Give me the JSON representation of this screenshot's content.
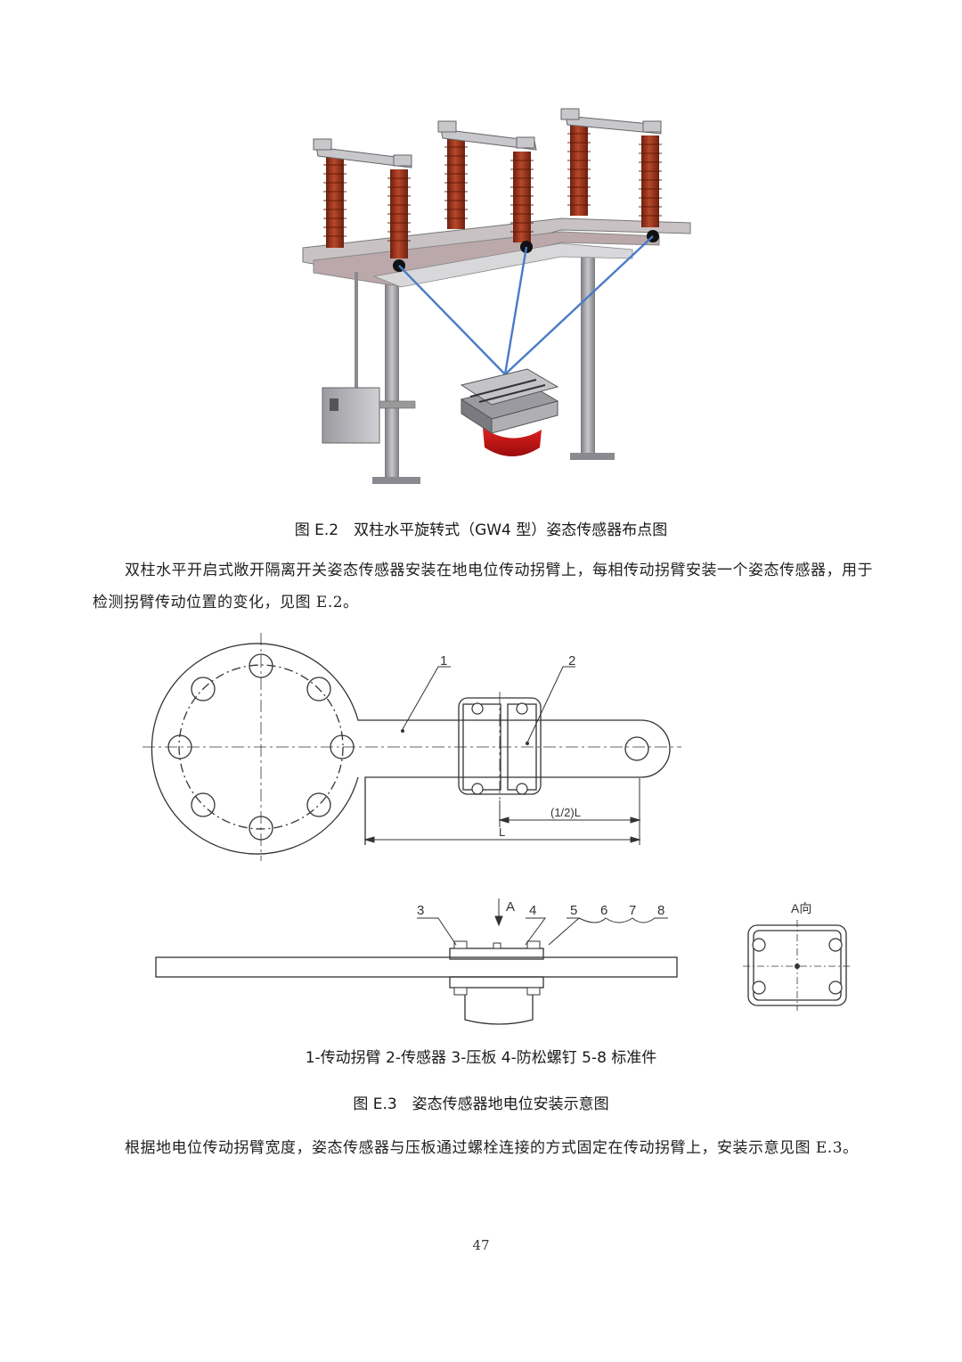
{
  "figure_e2": {
    "caption": "图 E.2　双柱水平旋转式（GW4 型）姿态传感器布点图"
  },
  "paragraph_1": "双柱水平开启式敞开隔离开关姿态传感器安装在地电位传动拐臂上，每相传动拐臂安装一个姿态传感器，用于检测拐臂传动位置的变化，见图 E.2。",
  "figure_e3": {
    "callouts": [
      "1",
      "2"
    ],
    "dim_half": "(1/2)L",
    "dim_full": "L",
    "side_callouts": [
      "3",
      "4",
      "5",
      "6",
      "7",
      "8"
    ],
    "view_arrow": "A",
    "view_label": "A向",
    "legend": "1-传动拐臂  2-传感器  3-压板  4-防松螺钉  5-8 标准件",
    "caption": "图 E.3　姿态传感器地电位安装示意图"
  },
  "paragraph_2": "根据地电位传动拐臂宽度，姿态传感器与压板通过螺栓连接的方式固定在传动拐臂上，安装示意见图 E.3。",
  "page_number": "47",
  "colors": {
    "insulator": "#a23a22",
    "sensor_red": "#d01818",
    "signal_line": "#4a7bc8",
    "steel": "#b8b8bc",
    "drawing_line": "#333333"
  }
}
